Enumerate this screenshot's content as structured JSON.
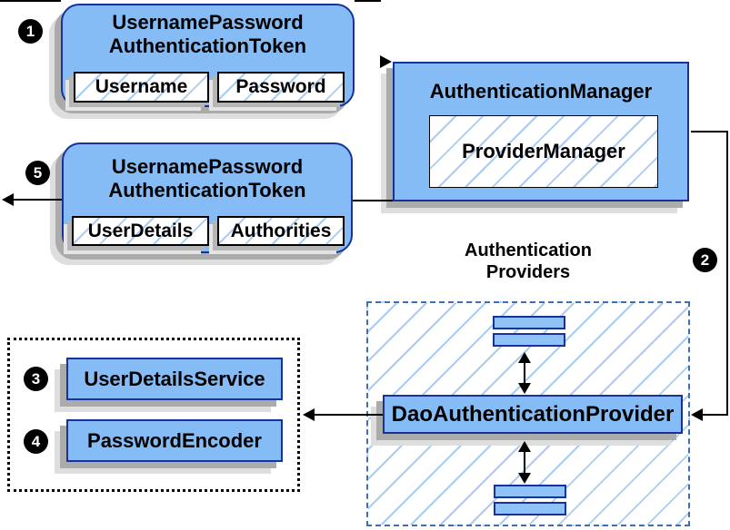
{
  "diagram": {
    "kind": "spring-security-authentication-flow",
    "steps": {
      "s1": "1",
      "s2": "2",
      "s3": "3",
      "s4": "4",
      "s5": "5"
    },
    "nodes": {
      "request_token": {
        "title_line1": "UsernamePassword",
        "title_line2": "AuthenticationToken",
        "field_left": "Username",
        "field_right": "Password"
      },
      "authentication_manager": {
        "title": "AuthenticationManager",
        "inner": "ProviderManager"
      },
      "result_token": {
        "title_line1": "UsernamePassword",
        "title_line2": "AuthenticationToken",
        "field_left": "UserDetails",
        "field_right": "Authorities"
      },
      "providers_group": {
        "label_line1": "Authentication",
        "label_line2": "Providers"
      },
      "dao_provider": {
        "title": "DaoAuthenticationProvider"
      },
      "user_details_service": {
        "title": "UserDetailsService"
      },
      "password_encoder": {
        "title": "PasswordEncoder"
      }
    },
    "colors": {
      "node_fill": "#85BCF5",
      "node_border": "#16329C",
      "bar_fill": "#8FC2F7",
      "hatch_line": "#A9CBF6",
      "dashed_border": "#3D6FB5",
      "shadow_dark": "#ABABAB",
      "shadow_light": "#DEDEDE",
      "arrow": "#000000",
      "badge_bg": "#000000",
      "badge_text": "#FFFFFF"
    }
  }
}
